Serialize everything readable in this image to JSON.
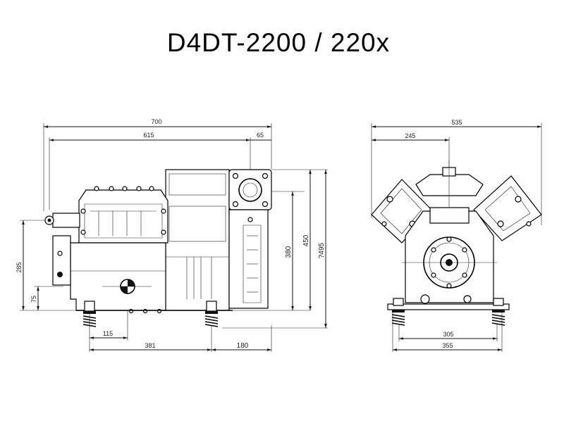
{
  "title": "D4DT-2200 / 220x",
  "side_view": {
    "dim_overall_length": "700",
    "dim_port_span": "615",
    "dim_flange_offset": "65",
    "dim_height_285": "285",
    "dim_height_75": "75",
    "dim_base_115": "115",
    "dim_base_381": "381",
    "dim_base_180": "180",
    "dim_height_380": "380",
    "dim_height_450": "450",
    "dim_height_495": "?495"
  },
  "front_view": {
    "dim_overall_width": "535",
    "dim_offset_245": "245",
    "dim_foot_305": "305",
    "dim_foot_355": "355"
  },
  "colors": {
    "line": "#111111",
    "background": "#ffffff"
  }
}
